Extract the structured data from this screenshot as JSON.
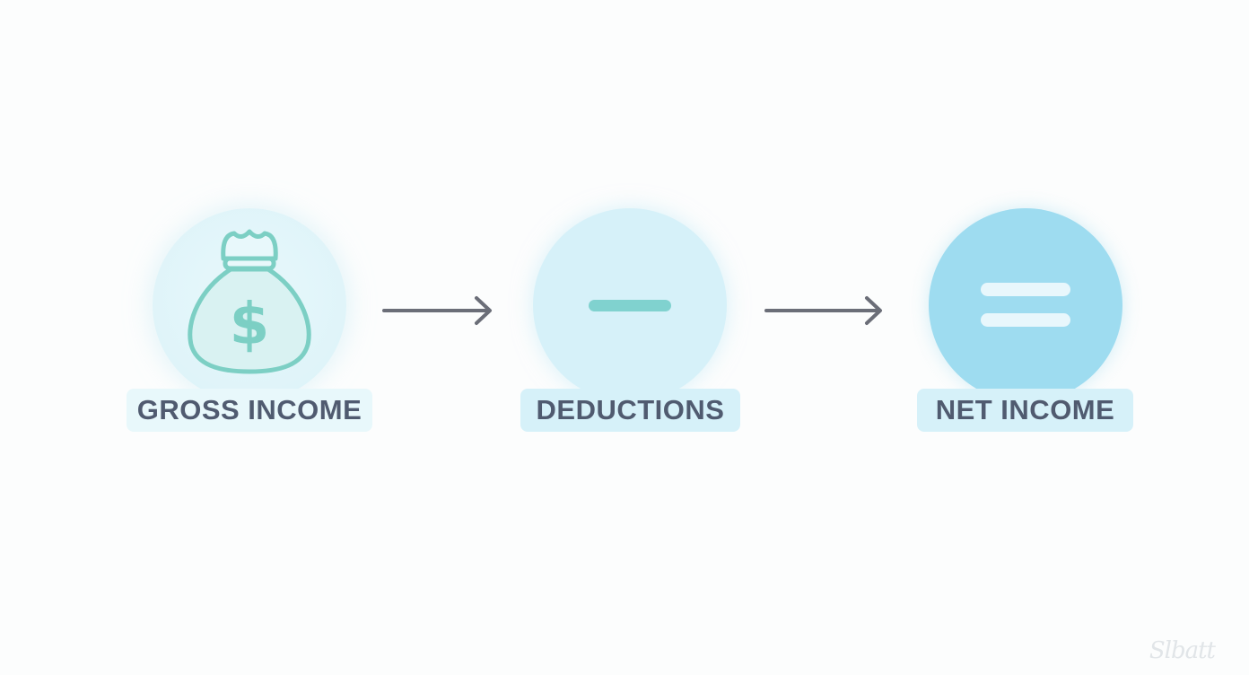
{
  "steps": [
    {
      "label": "GROSS INCOME",
      "icon": "money-bag-icon"
    },
    {
      "label": "DEDUCTIONS",
      "icon": "minus-icon"
    },
    {
      "label": "NET INCOME",
      "icon": "equals-icon"
    }
  ],
  "connectors": [
    "arrow-right-icon",
    "arrow-right-icon"
  ],
  "watermark": "Slbatt",
  "colors": {
    "bag_stroke": "#7ccfc4",
    "minus": "#80d2cf",
    "net_circle": "#9edcf0",
    "arrow": "#6b6e78",
    "label_text": "#505b70"
  }
}
